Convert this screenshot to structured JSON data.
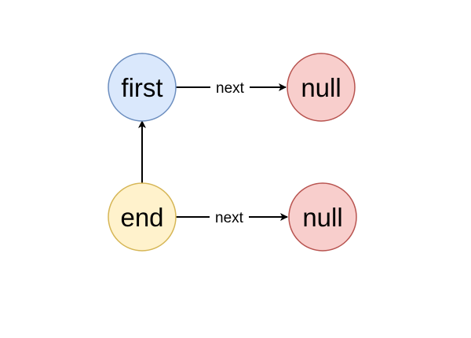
{
  "diagram": {
    "nodes": {
      "first": {
        "label": "first",
        "fill": "#dae8fc",
        "stroke": "#6c8ebf"
      },
      "null_top": {
        "label": "null",
        "fill": "#f8cecc",
        "stroke": "#b85450"
      },
      "end": {
        "label": "end",
        "fill": "#fff2cc",
        "stroke": "#d6b656"
      },
      "null_bottom": {
        "label": "null",
        "fill": "#f8cecc",
        "stroke": "#b85450"
      }
    },
    "edges": {
      "first_next": {
        "label": "next"
      },
      "end_next": {
        "label": "next"
      }
    }
  }
}
